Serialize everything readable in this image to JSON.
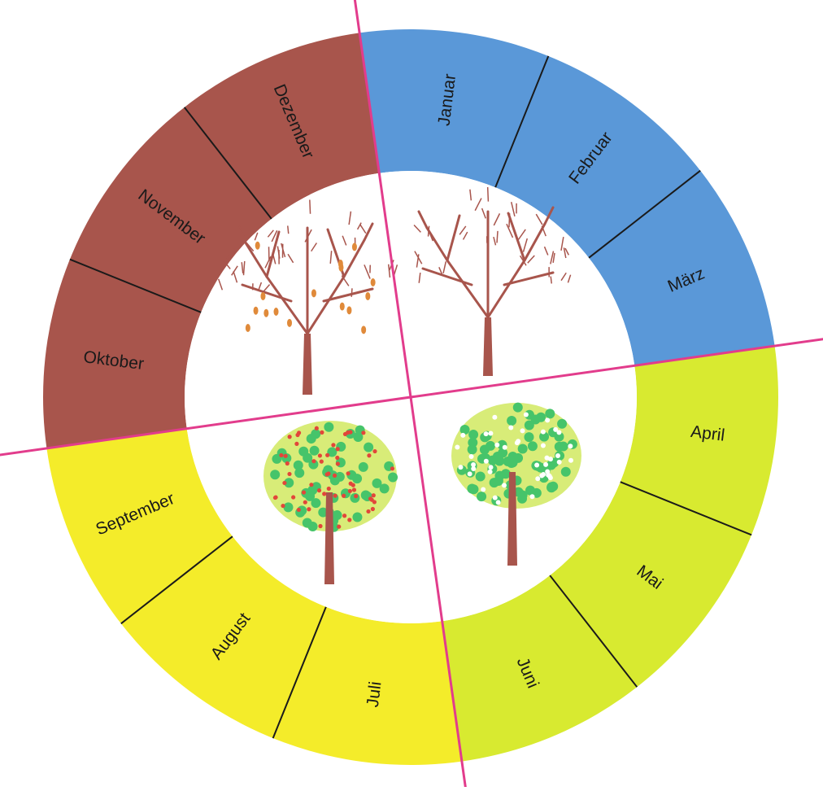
{
  "diagram": {
    "months": [
      {
        "label": "Januar",
        "season": "winter"
      },
      {
        "label": "Februar",
        "season": "winter"
      },
      {
        "label": "März",
        "season": "winter"
      },
      {
        "label": "April",
        "season": "spring"
      },
      {
        "label": "Mai",
        "season": "spring"
      },
      {
        "label": "Juni",
        "season": "spring"
      },
      {
        "label": "Juli",
        "season": "summer"
      },
      {
        "label": "August",
        "season": "summer"
      },
      {
        "label": "September",
        "season": "summer"
      },
      {
        "label": "Oktober",
        "season": "autumn"
      },
      {
        "label": "November",
        "season": "autumn"
      },
      {
        "label": "Dezember",
        "season": "autumn"
      }
    ],
    "colors": {
      "winter": "#5a98d8",
      "spring": "#d8ea30",
      "summer": "#f4ec2a",
      "autumn": "#a8554c",
      "divider": "#e23c8c",
      "trunk": "#a8554c",
      "leaf_green": "#46c46a",
      "leaf_light": "#d8ec78",
      "fruit_red": "#e2463a",
      "blossom_white": "#ffffff"
    },
    "quadrants": [
      {
        "season": "winter",
        "tree": "bare-tree-icon"
      },
      {
        "season": "spring",
        "tree": "blossoming-tree-icon"
      },
      {
        "season": "summer",
        "tree": "fruit-tree-icon"
      },
      {
        "season": "autumn",
        "tree": "autumn-tree-icon"
      }
    ]
  }
}
